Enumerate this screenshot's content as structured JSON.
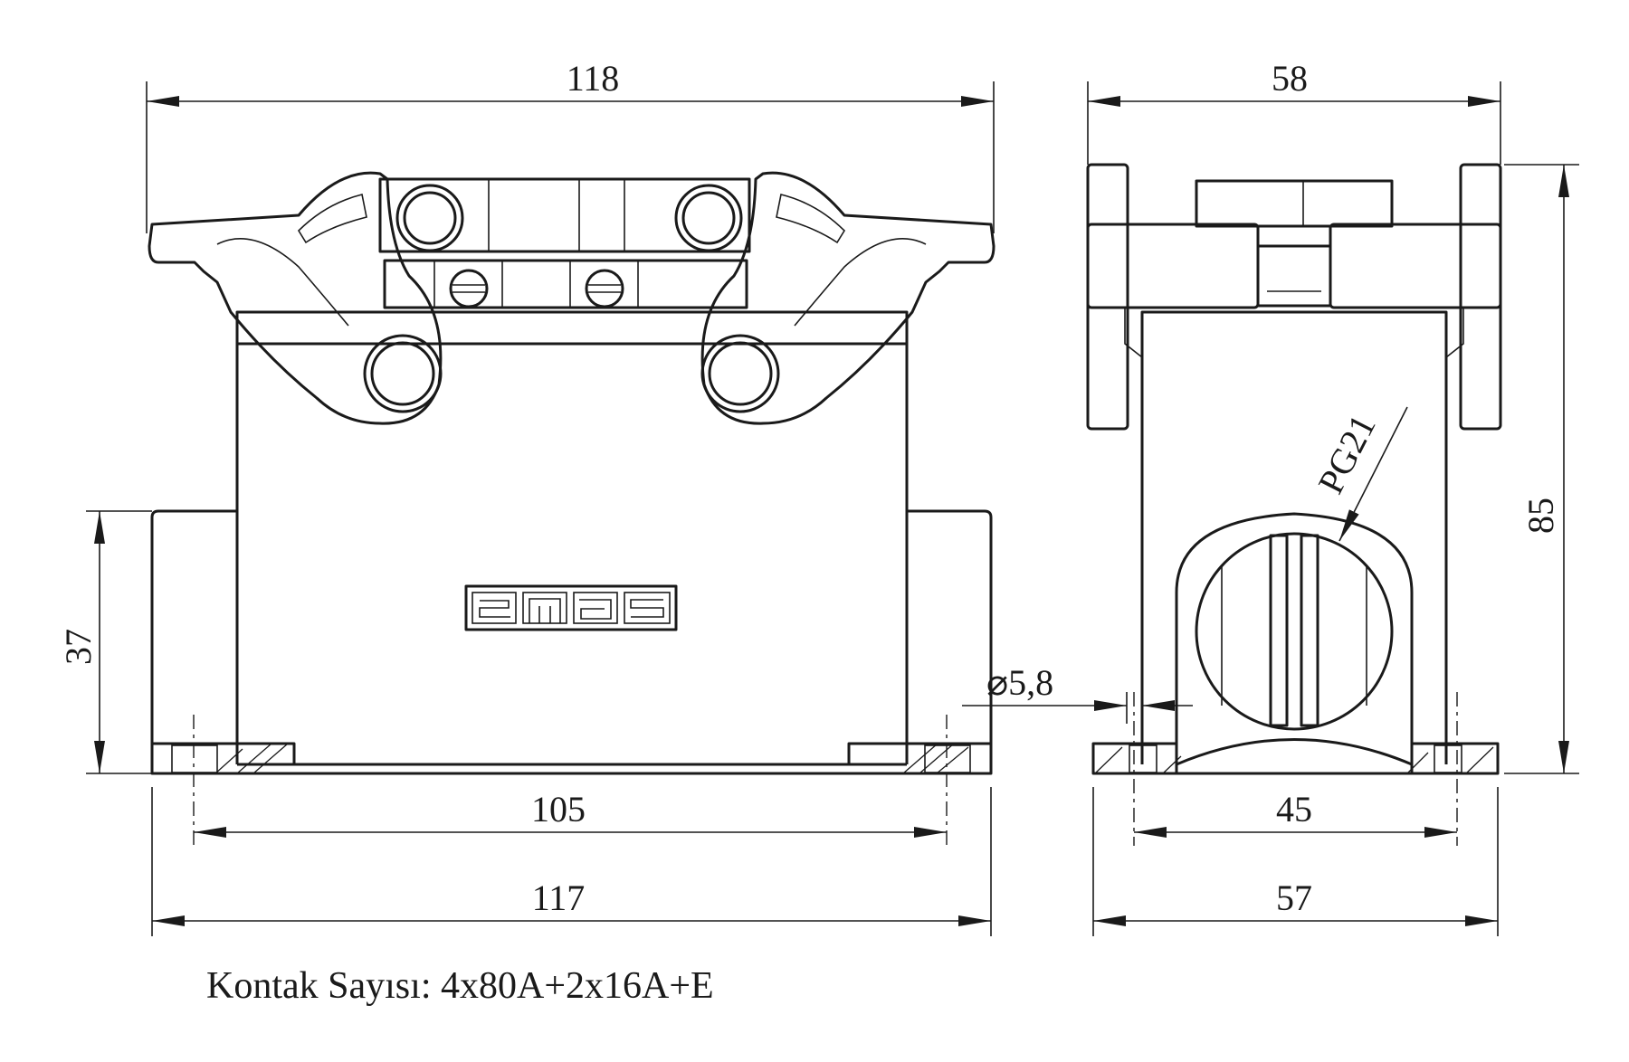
{
  "front_view": {
    "width_top": "118",
    "height_flange": "37",
    "hole_spacing": "105",
    "width_base": "117",
    "logo": "emas"
  },
  "side_view": {
    "width_top": "58",
    "height_total": "85",
    "thread": "PG21",
    "hole_diameter": "⌀5,8",
    "hole_spacing": "45",
    "width_base": "57"
  },
  "note": "Kontak Sayısı: 4x80A+2x16A+E"
}
